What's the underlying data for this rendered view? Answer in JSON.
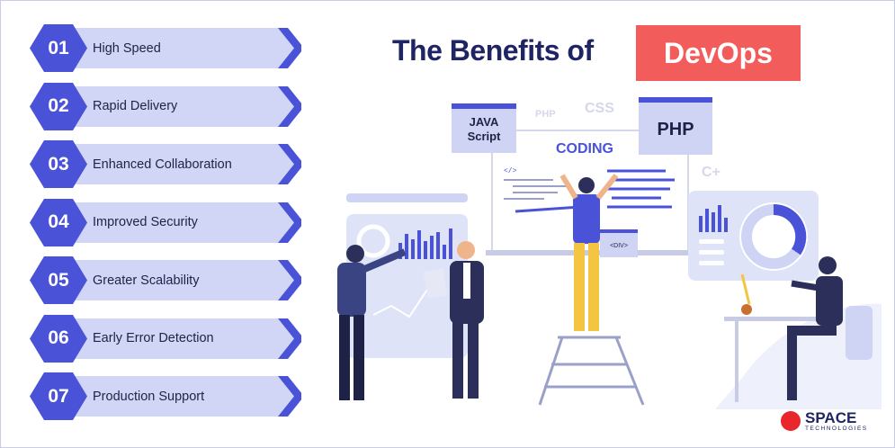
{
  "title": {
    "text": "The Benefits of",
    "highlight": "DevOps"
  },
  "benefits": [
    {
      "num": "01",
      "label": "High Speed"
    },
    {
      "num": "02",
      "label": "Rapid Delivery"
    },
    {
      "num": "03",
      "label": "Enhanced Collaboration"
    },
    {
      "num": "04",
      "label": "Improved Security"
    },
    {
      "num": "05",
      "label": "Greater Scalability"
    },
    {
      "num": "06",
      "label": "Early Error Detection"
    },
    {
      "num": "07",
      "label": "Production Support"
    }
  ],
  "illustration": {
    "board_title": "CODING",
    "card_java": "JAVA\nScript",
    "card_php": "PHP",
    "floating_php": "PHP",
    "floating_css": "CSS",
    "floating_cplus": "C+",
    "div_tag": "<DIV>",
    "code_tag": "</>"
  },
  "brand": {
    "name": "SPACE",
    "sub": "TECHNOLOGIES"
  },
  "colors": {
    "accent": "#4a52d8",
    "chip": "#cfd4f5",
    "title": "#1f2464",
    "badge": "#f25d5c"
  }
}
